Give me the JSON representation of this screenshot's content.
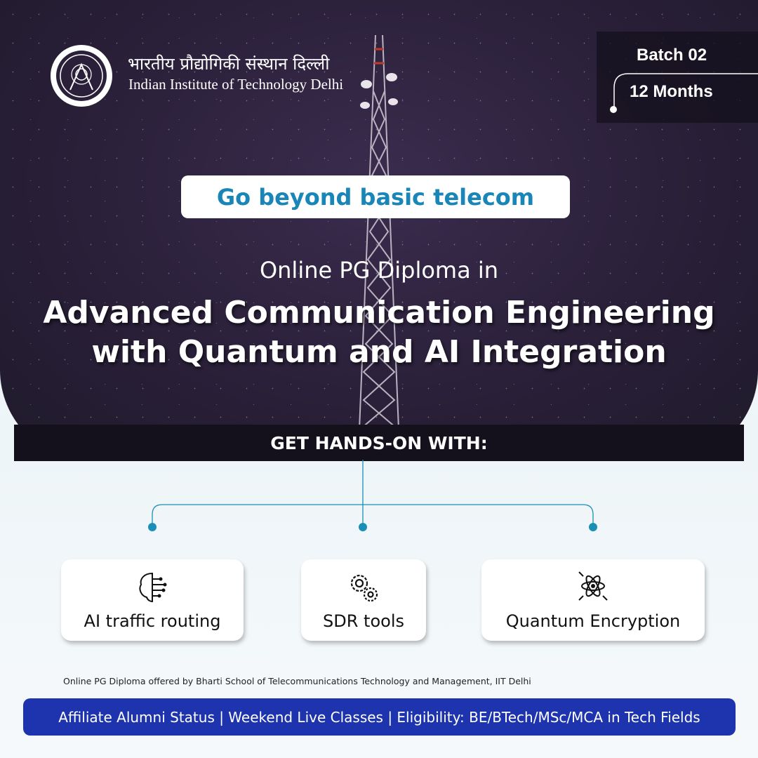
{
  "institute": {
    "hindi": "भारतीय प्रौद्योगिकी संस्थान दिल्ली",
    "english": "Indian Institute of Technology Delhi"
  },
  "badge": {
    "batch": "Batch 02",
    "duration": "12 Months"
  },
  "tagline": "Go beyond basic telecom",
  "subtitle": "Online PG Diploma in",
  "title_line1": "Advanced Communication Engineering",
  "title_line2": "with Quantum and AI Integration",
  "hands_on": "GET HANDS-ON WITH:",
  "features": [
    {
      "label": "AI traffic routing",
      "icon": "brain-circuit-icon"
    },
    {
      "label": "SDR tools",
      "icon": "gears-icon"
    },
    {
      "label": "Quantum Encryption",
      "icon": "atom-icon"
    }
  ],
  "note": "Online PG Diploma offered by Bharti School of Telecommunications Technology and Management, IIT Delhi",
  "footer": "Affiliate Alumni Status | Weekend Live Classes | Eligibility: BE/BTech/MSc/MCA in Tech Fields",
  "colors": {
    "accent": "#1a86b8",
    "footer": "#1e33ae",
    "hero": "#2a2039"
  }
}
